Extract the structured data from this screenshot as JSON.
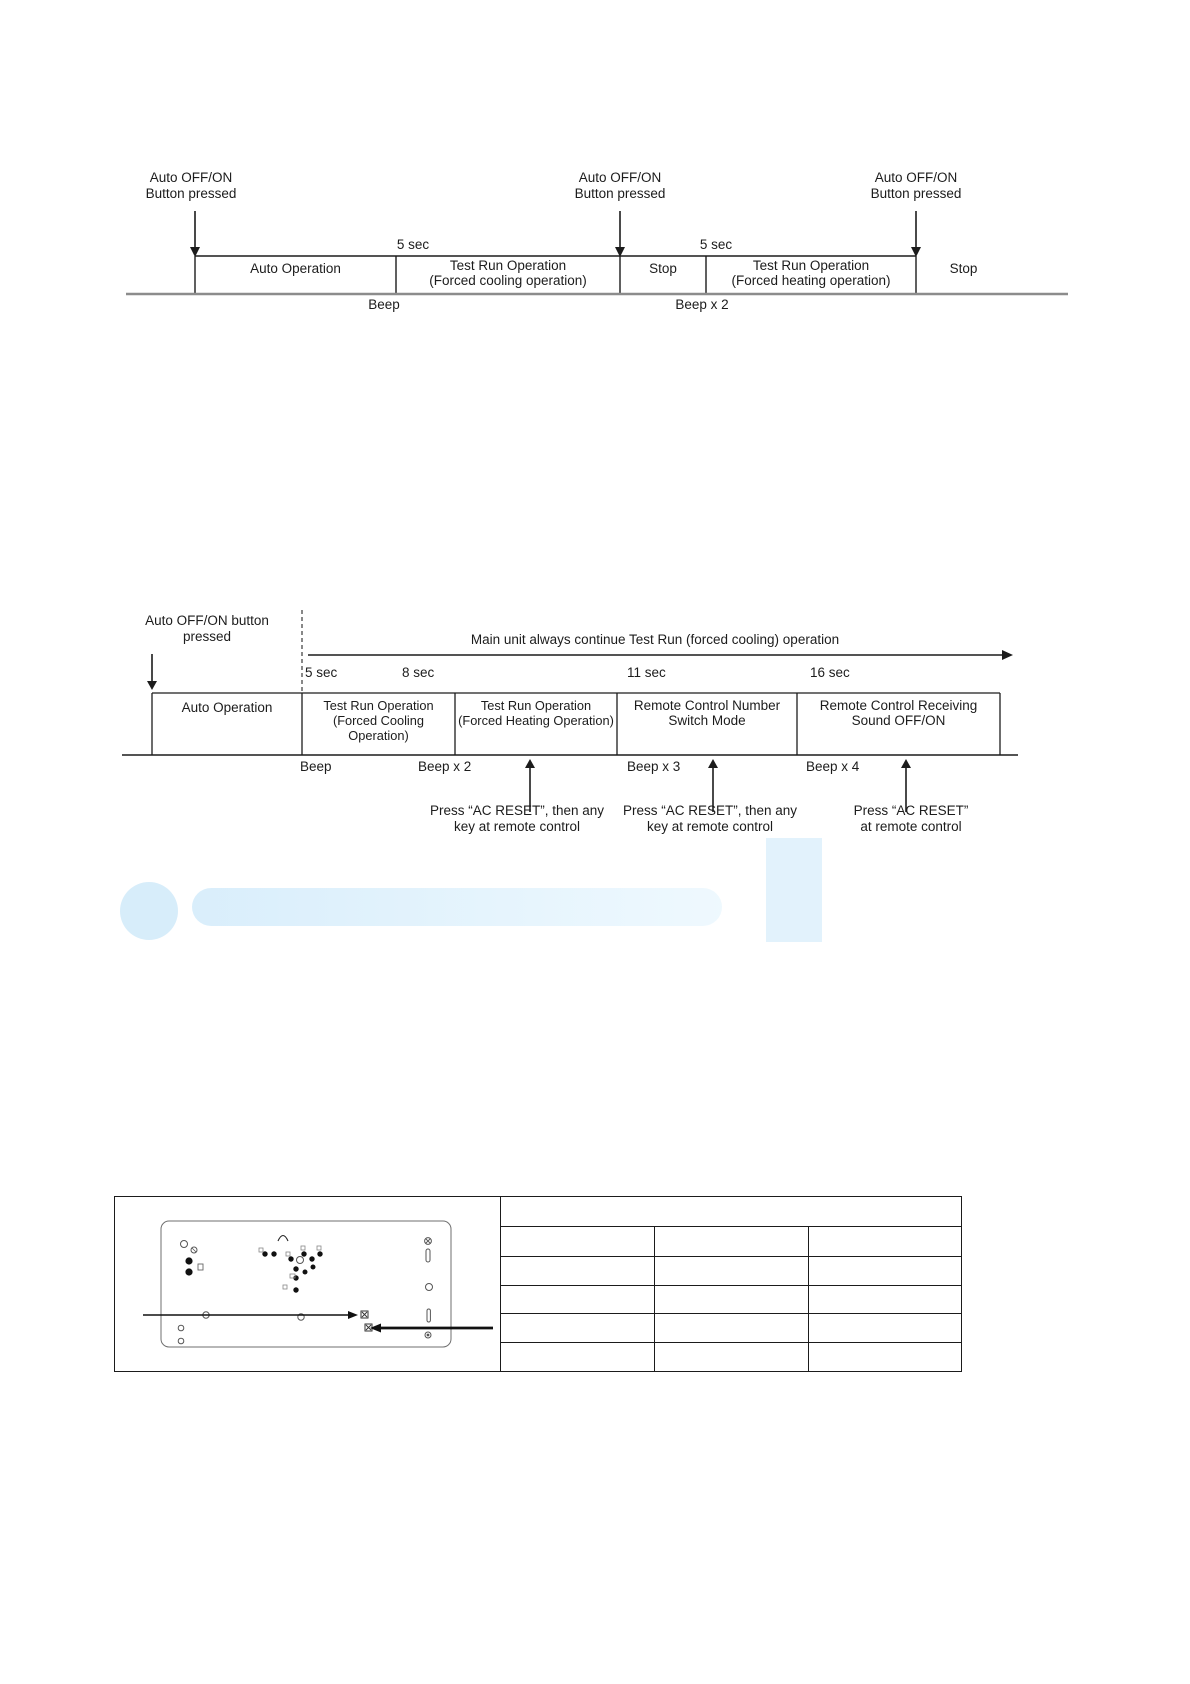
{
  "colors": {
    "ink": "#1c1c1c",
    "baseline_gray": "#8c8c8c",
    "watermark_blue": "#cfe7f8"
  },
  "diagram1": {
    "button_events": [
      {
        "line1": "Auto OFF/ON",
        "line2": "Button pressed"
      },
      {
        "line1": "Auto OFF/ON",
        "line2": "Button pressed"
      },
      {
        "line1": "Auto OFF/ON",
        "line2": "Button pressed"
      }
    ],
    "durations": [
      "5 sec",
      "5 sec"
    ],
    "segments": [
      {
        "line1": "Auto Operation",
        "line2": ""
      },
      {
        "line1": "Test Run Operation",
        "line2": "(Forced cooling operation)"
      },
      {
        "line1": "Stop",
        "line2": ""
      },
      {
        "line1": "Test Run Operation",
        "line2": "(Forced heating operation)"
      },
      {
        "line1": "Stop",
        "line2": ""
      }
    ],
    "beeps": [
      "Beep",
      "Beep x 2"
    ]
  },
  "diagram2": {
    "button_event": {
      "line1": "Auto OFF/ON button",
      "line2": "pressed"
    },
    "continuous_operation_label": "Main unit always continue Test Run (forced cooling) operation",
    "durations": [
      "5 sec",
      "8 sec",
      "11 sec",
      "16 sec"
    ],
    "segments": [
      {
        "line1": "Auto Operation",
        "line2": ""
      },
      {
        "line1": "Test Run Operation",
        "line2": "(Forced Cooling Operation)"
      },
      {
        "line1": "Test Run Operation",
        "line2": "(Forced Heating Operation)"
      },
      {
        "line1": "Remote Control Number",
        "line2": "Switch Mode"
      },
      {
        "line1": "Remote Control Receiving",
        "line2": "Sound OFF/ON"
      }
    ],
    "beeps": [
      "Beep",
      "Beep x 2",
      "Beep x 3",
      "Beep x 4"
    ],
    "reset_notes": [
      {
        "line1": "Press “AC RESET”, then any",
        "line2": "key at remote control"
      },
      {
        "line1": "Press “AC RESET”, then any",
        "line2": "key at remote control"
      },
      {
        "line1": "Press “AC RESET”",
        "line2": "at remote control"
      }
    ]
  },
  "bottom_table": {
    "header": "",
    "board_icon": "indoor-unit-pcb-drawing",
    "rows": [
      [
        "",
        "",
        ""
      ],
      [
        "",
        "",
        ""
      ],
      [
        "",
        "",
        ""
      ],
      [
        "",
        "",
        ""
      ],
      [
        "",
        "",
        ""
      ]
    ]
  }
}
